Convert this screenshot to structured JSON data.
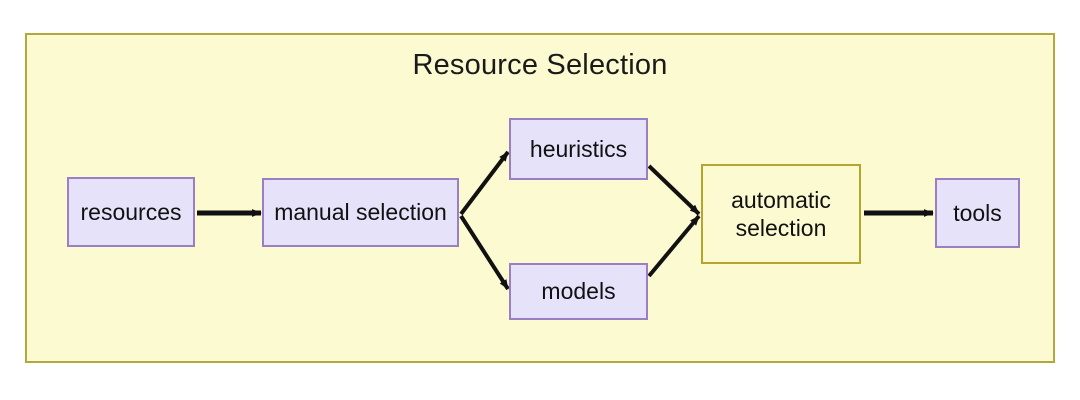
{
  "diagram": {
    "title": "Resource Selection",
    "container": {
      "fill": "#fcfad0",
      "border_color": "#b3a83c"
    },
    "palette": {
      "node_fill": "#e6e2fa",
      "node_border": "#9a7fc4",
      "highlight_fill": "#fcfad0",
      "highlight_border": "#b5a52e",
      "arrow_color": "#111111",
      "text_color": "#111111"
    },
    "nodes": [
      {
        "id": "resources",
        "label": "resources",
        "style": "purple"
      },
      {
        "id": "manual-selection",
        "label": "manual selection",
        "style": "purple"
      },
      {
        "id": "heuristics",
        "label": "heuristics",
        "style": "purple"
      },
      {
        "id": "models",
        "label": "models",
        "style": "purple"
      },
      {
        "id": "automatic-selection",
        "label": "automatic\nselection",
        "style": "gold"
      },
      {
        "id": "tools",
        "label": "tools",
        "style": "purple"
      }
    ],
    "edges": [
      {
        "from": "resources",
        "to": "manual-selection",
        "kind": "straight"
      },
      {
        "from": "manual-selection",
        "to": "heuristics",
        "kind": "branch-up"
      },
      {
        "from": "manual-selection",
        "to": "models",
        "kind": "branch-down"
      },
      {
        "from": "heuristics",
        "to": "automatic-selection",
        "kind": "merge-down"
      },
      {
        "from": "models",
        "to": "automatic-selection",
        "kind": "merge-up"
      },
      {
        "from": "automatic-selection",
        "to": "tools",
        "kind": "straight"
      }
    ]
  }
}
